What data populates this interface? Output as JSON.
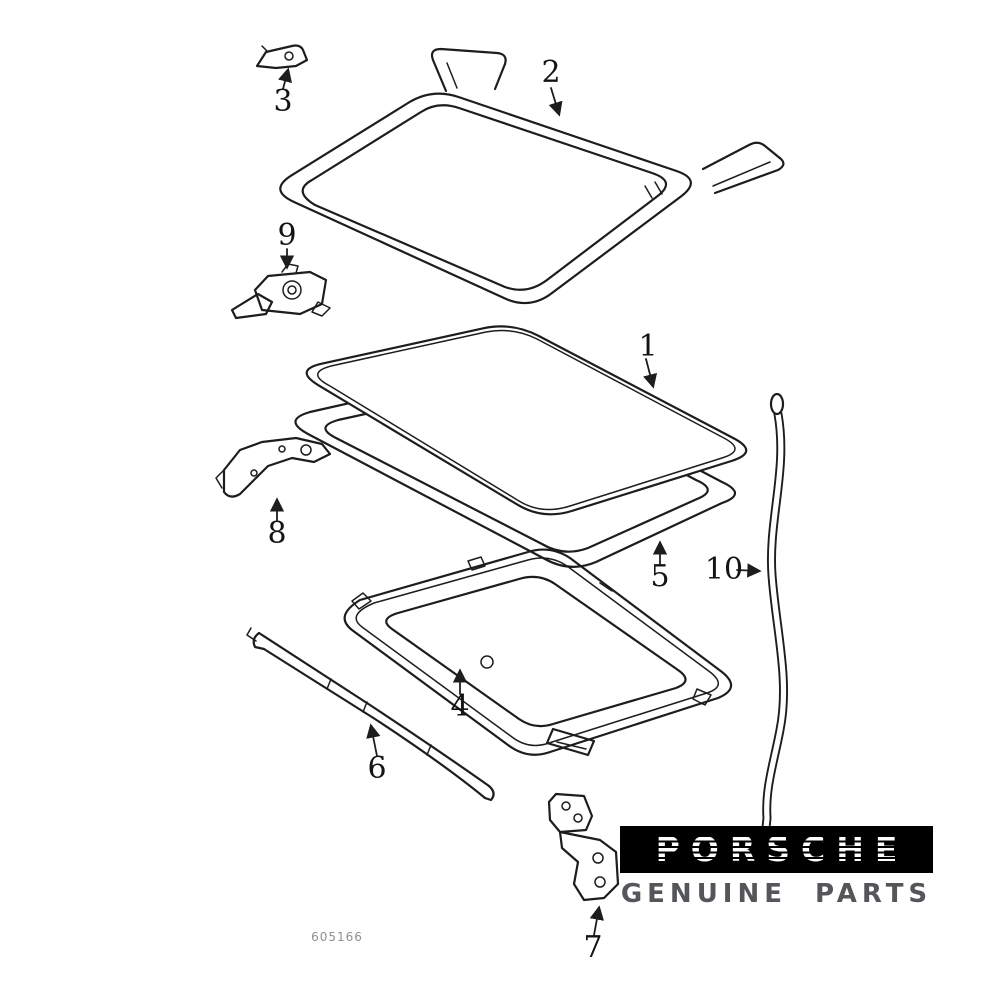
{
  "diagram": {
    "part_number": "605166",
    "callouts": [
      {
        "label": "1"
      },
      {
        "label": "2"
      },
      {
        "label": "3"
      },
      {
        "label": "4"
      },
      {
        "label": "5"
      },
      {
        "label": "6"
      },
      {
        "label": "7"
      },
      {
        "label": "8"
      },
      {
        "label": "9"
      },
      {
        "label": "10"
      }
    ]
  },
  "branding": {
    "brand": "PORSCHE",
    "tagline": "GENUINE PARTS"
  },
  "colors": {
    "background": "#ffffff",
    "line": "#1d1d1d",
    "logo_bar": "#000000",
    "logo_text": "#ffffff",
    "tagline_text": "#55565a",
    "part_number_text": "#8f8f8f"
  }
}
